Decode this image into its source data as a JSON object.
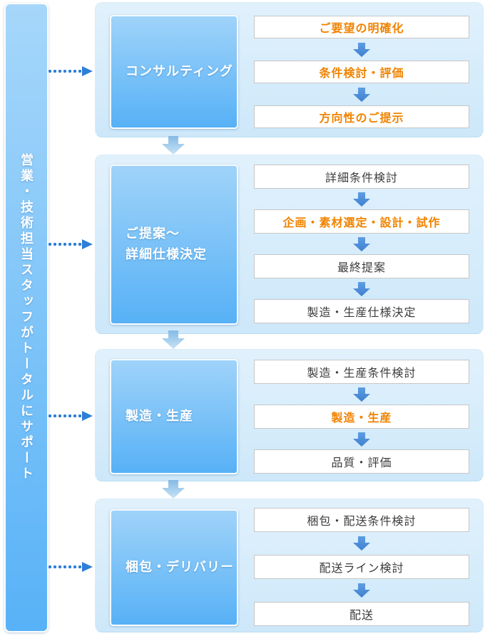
{
  "sidebar": {
    "label": "営業・技術担当スタッフがトータルにサポート"
  },
  "sections": [
    {
      "id": "consulting",
      "title_lines": [
        "コンサルティング"
      ],
      "steps": [
        {
          "label": "ご要望の明確化",
          "highlight": true
        },
        {
          "label": "条件検討・評価",
          "highlight": true
        },
        {
          "label": "方向性のご提示",
          "highlight": true
        }
      ]
    },
    {
      "id": "proposal-spec",
      "title_lines": [
        "ご提案〜",
        "詳細仕様決定"
      ],
      "steps": [
        {
          "label": "詳細条件検討",
          "highlight": false
        },
        {
          "label": "企画・素材選定・設計・試作",
          "highlight": true
        },
        {
          "label": "最終提案",
          "highlight": false
        },
        {
          "label": "製造・生産仕様決定",
          "highlight": false
        }
      ]
    },
    {
      "id": "manufacturing",
      "title_lines": [
        "製造・生産"
      ],
      "steps": [
        {
          "label": "製造・生産条件検討",
          "highlight": false
        },
        {
          "label": "製造・生産",
          "highlight": true
        },
        {
          "label": "品質・評価",
          "highlight": false
        }
      ]
    },
    {
      "id": "packing-delivery",
      "title_lines": [
        "梱包・デリバリー"
      ],
      "steps": [
        {
          "label": "梱包・配送条件検討",
          "highlight": false
        },
        {
          "label": "配送ライン検討",
          "highlight": false
        },
        {
          "label": "配送",
          "highlight": false
        }
      ]
    }
  ],
  "colors": {
    "accent": "#f08300",
    "step_text": "#3c3c3c",
    "step_border": "#c6c6c6",
    "small_arrow_top": "#5f9de2",
    "small_arrow_bottom": "#3f80d0",
    "big_arrow_top": "#84bae6",
    "big_arrow_bottom": "#c9e3f5",
    "dotted_arrow": "#2d7ed8",
    "box_grad_top": "#9fd3f9",
    "box_grad_bottom": "#57b1f6",
    "sidebar_grad_top": "#a6d7fa",
    "sidebar_grad_bottom": "#58b2f7",
    "section_bg_top": "#e1f1fc",
    "section_bg_bottom": "#cde8fa",
    "section_border": "#d8ecf9"
  }
}
